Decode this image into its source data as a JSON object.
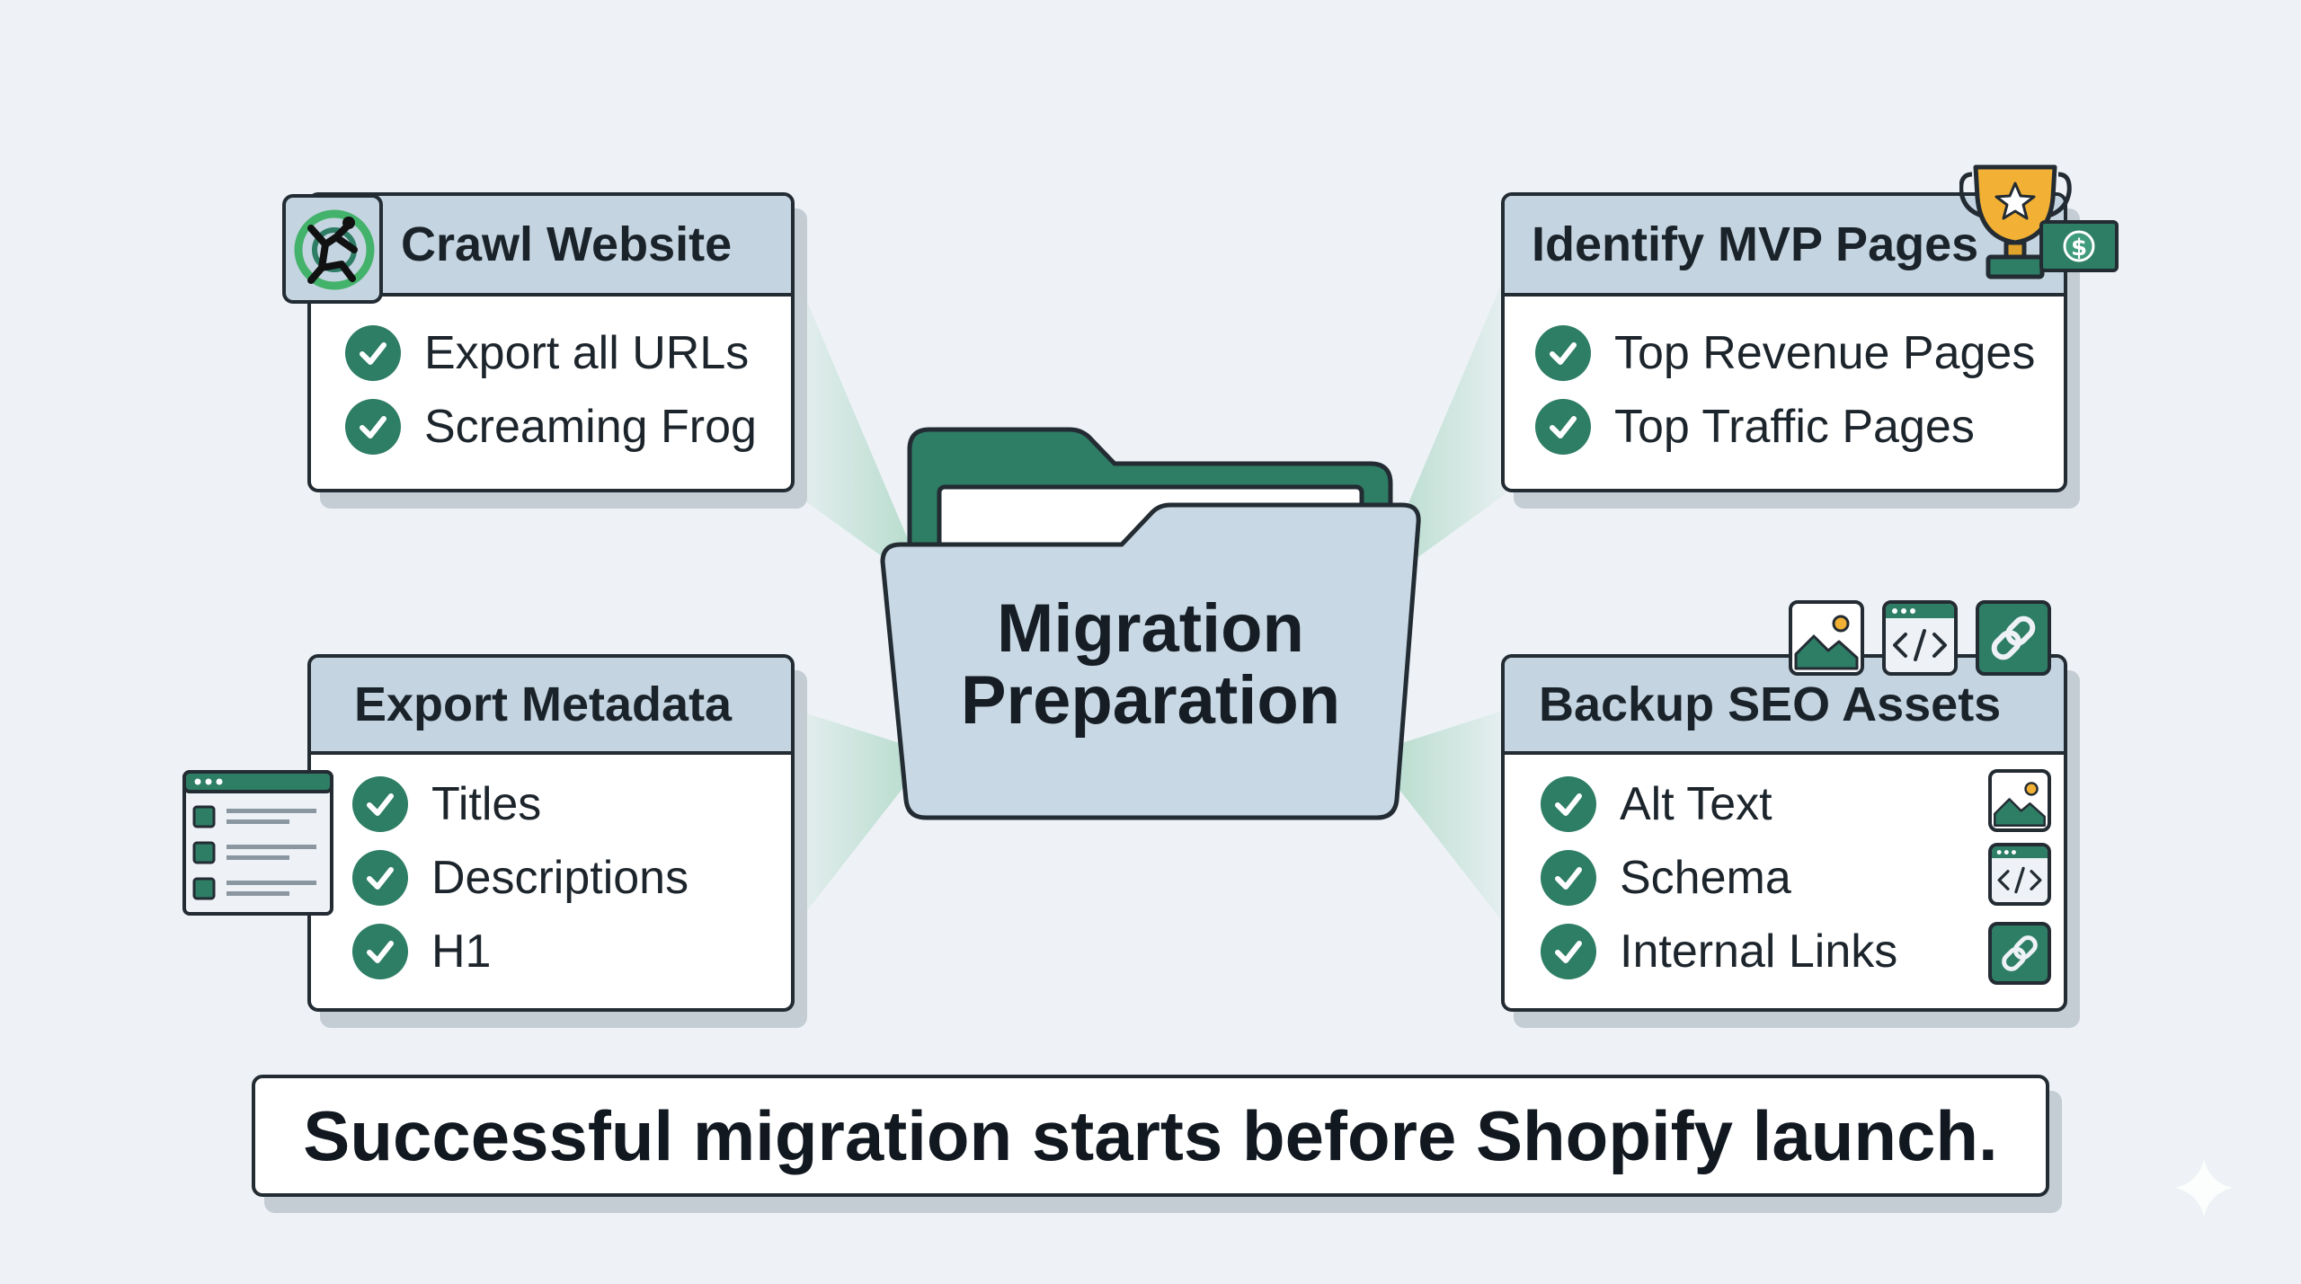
{
  "center": {
    "title_line1": "Migration",
    "title_line2": "Preparation"
  },
  "cards": {
    "crawl": {
      "title": "Crawl Website",
      "items": [
        "Export all URLs",
        "Screaming Frog"
      ]
    },
    "mvp": {
      "title": "Identify MVP Pages",
      "items": [
        "Top Revenue Pages",
        "Top Traffic Pages"
      ]
    },
    "metadata": {
      "title": "Export Metadata",
      "items": [
        "Titles",
        "Descriptions",
        "H1"
      ]
    },
    "backup": {
      "title": "Backup SEO Assets",
      "items": [
        "Alt Text",
        "Schema",
        "Internal Links"
      ]
    }
  },
  "footer": {
    "text": "Successful migration starts before Shopify launch."
  },
  "icons": {
    "crawl": "screaming-frog-logo",
    "mvp": [
      "trophy-icon",
      "money-icon"
    ],
    "metadata": "metadata-list-icon",
    "backup_header": [
      "image-icon",
      "code-icon",
      "link-icon"
    ],
    "backup_items": [
      "image-icon",
      "code-icon",
      "link-icon"
    ]
  },
  "colors": {
    "accent_green": "#2e7d65",
    "folder_fill": "#c8d8e4",
    "header_fill": "#c4d4e0",
    "outline": "#232b33",
    "background": "#eef2f6"
  }
}
